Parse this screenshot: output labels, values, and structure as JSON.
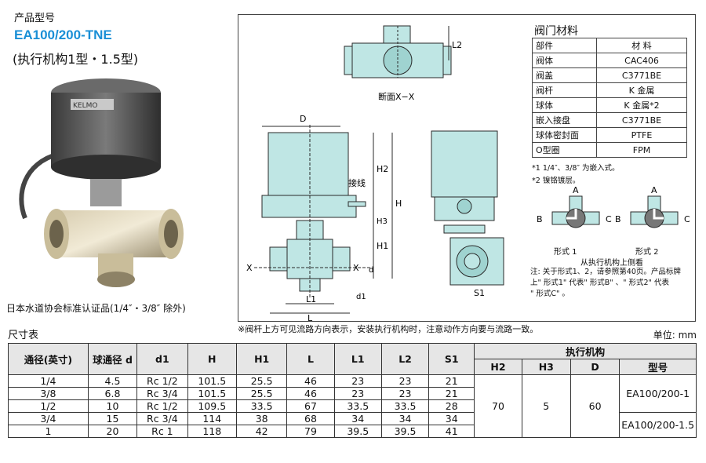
{
  "header": {
    "kind_label": "产品型号",
    "model": "EA100/200-TNE",
    "actuator_type": "(执行机构1型・1.5型)"
  },
  "photo": {
    "brand_plate": "KELMO",
    "caption": "日本水道协会标准认证品(1/4″・3/8″ 除外)"
  },
  "drawing": {
    "section_label": "断面X−X",
    "wiring_label": "接线",
    "dim_D": "D",
    "dim_H": "H",
    "dim_H2": "H2",
    "dim_H3": "H3",
    "dim_H1": "H1",
    "dim_L": "L",
    "dim_L1": "L1",
    "dim_L2": "L2",
    "dim_S1": "S1",
    "dim_d": "d",
    "dim_d1": "d1",
    "x_left": "X",
    "x_right": "X"
  },
  "materials": {
    "title": "阀门材料",
    "headers": [
      "部件",
      "材 料"
    ],
    "rows": [
      [
        "阀体",
        "CAC406"
      ],
      [
        "阀盖",
        "C3771BE"
      ],
      [
        "阀杆",
        "K 金属"
      ],
      [
        "球体",
        "K 金属*2"
      ],
      [
        "嵌入接盘",
        "C3771BE"
      ],
      [
        "球体密封面",
        "PTFE"
      ],
      [
        "O型圈",
        "FPM"
      ]
    ],
    "note1": "*1 1/4″、3/8″ 为嵌入式。",
    "note2": "*2 镍铬镀层。"
  },
  "flow_forms": {
    "port_a": "A",
    "port_b": "B",
    "port_c": "C",
    "form1": "形式 1",
    "form2": "形式 2",
    "view_note": "从执行机构上侧看",
    "note_lines": [
      "注: 关于形式1、2，请参照第40页。产品标牌",
      "上\" 形式1\" 代表\" 形式B\" 、\" 形式2\" 代表",
      "\" 形式C\" 。"
    ]
  },
  "stem_note": "※阀杆上方可见流路方向表示，安装执行机构时，注意动作方向要与流路一致。",
  "dimensions": {
    "title": "尺寸表",
    "unit": "单位: mm",
    "headers": {
      "size": "通径(英寸)",
      "bore": "球通径 d",
      "d1": "d1",
      "H": "H",
      "H1": "H1",
      "L": "L",
      "L1": "L1",
      "L2": "L2",
      "S1": "S1",
      "actuator": "执行机构",
      "H2": "H2",
      "H3": "H3",
      "D": "D",
      "model": "型号"
    },
    "rows": [
      [
        "1/4",
        "4.5",
        "Rc 1/2",
        "101.5",
        "25.5",
        "46",
        "23",
        "23",
        "21"
      ],
      [
        "3/8",
        "6.8",
        "Rc 3/4",
        "101.5",
        "25.5",
        "46",
        "23",
        "23",
        "21"
      ],
      [
        "1/2",
        "10",
        "Rc 1/2",
        "109.5",
        "33.5",
        "67",
        "33.5",
        "33.5",
        "28"
      ],
      [
        "3/4",
        "15",
        "Rc 3/4",
        "114",
        "38",
        "68",
        "34",
        "34",
        "34"
      ],
      [
        "1",
        "20",
        "Rc 1",
        "118",
        "42",
        "79",
        "39.5",
        "39.5",
        "41"
      ]
    ],
    "actuator_H2": "70",
    "actuator_H3": "5",
    "actuator_D": "60",
    "model_a": "EA100/200-1",
    "model_b": "EA100/200-1.5"
  },
  "colors": {
    "actuator_fill": "#bfe6e4",
    "line": "#2a2a2a",
    "table_header": "#e6e6e6",
    "model_blue": "#1a8fd6"
  }
}
